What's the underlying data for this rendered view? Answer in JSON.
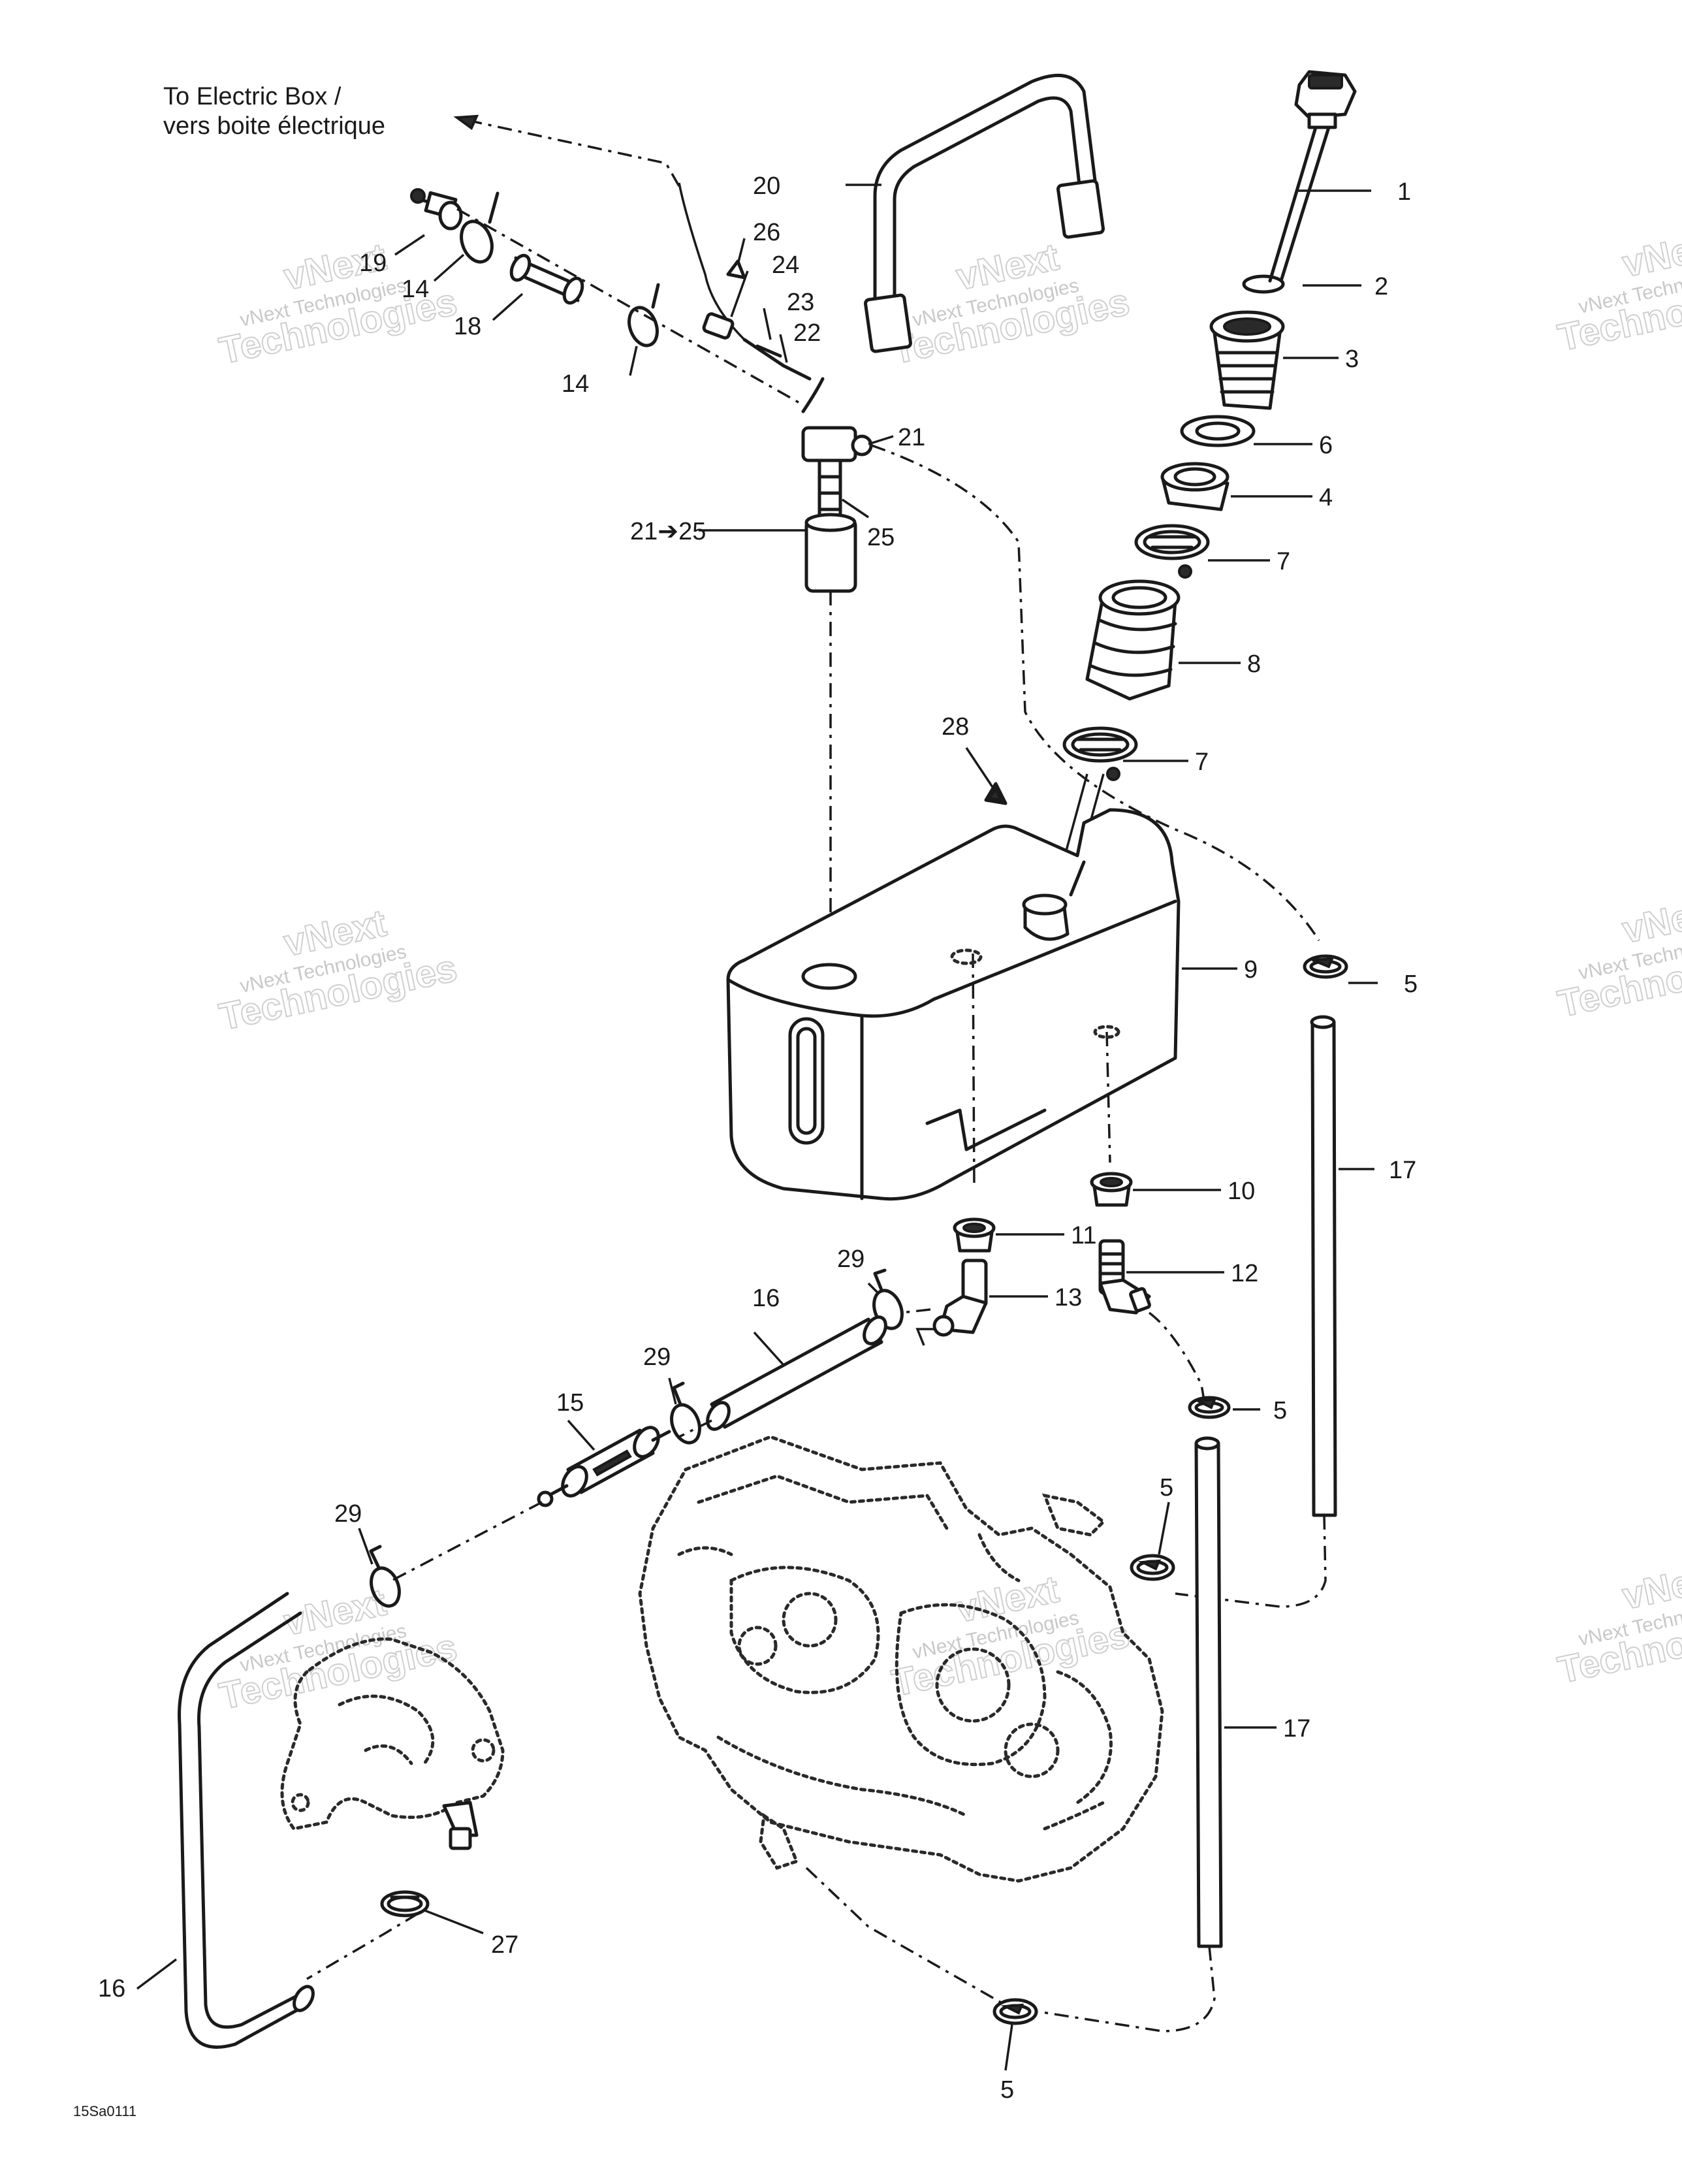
{
  "note": {
    "line1": "To Electric Box /",
    "line2": "vers boite électrique"
  },
  "reference_code": "15Sa0111",
  "watermark": {
    "top": "vNext",
    "middle": "vNext Technologies",
    "bottom": "Technologies"
  },
  "callouts": {
    "c1": "1",
    "c2": "2",
    "c3": "3",
    "c4": "4",
    "c5a": "5",
    "c5b": "5",
    "c5c": "5",
    "c5d": "5",
    "c6": "6",
    "c7a": "7",
    "c7b": "7",
    "c8": "8",
    "c9": "9",
    "c10": "10",
    "c11": "11",
    "c12": "12",
    "c13": "13",
    "c14a": "14",
    "c14b": "14",
    "c15": "15",
    "c16a": "16",
    "c16b": "16",
    "c17a": "17",
    "c17b": "17",
    "c18": "18",
    "c19": "19",
    "c20": "20",
    "c21": "21",
    "c21to25": "21➔25",
    "c22": "22",
    "c23": "23",
    "c24": "24",
    "c25": "25",
    "c26": "26",
    "c27": "27",
    "c28": "28",
    "c29a": "29",
    "c29b": "29",
    "c29c": "29"
  }
}
